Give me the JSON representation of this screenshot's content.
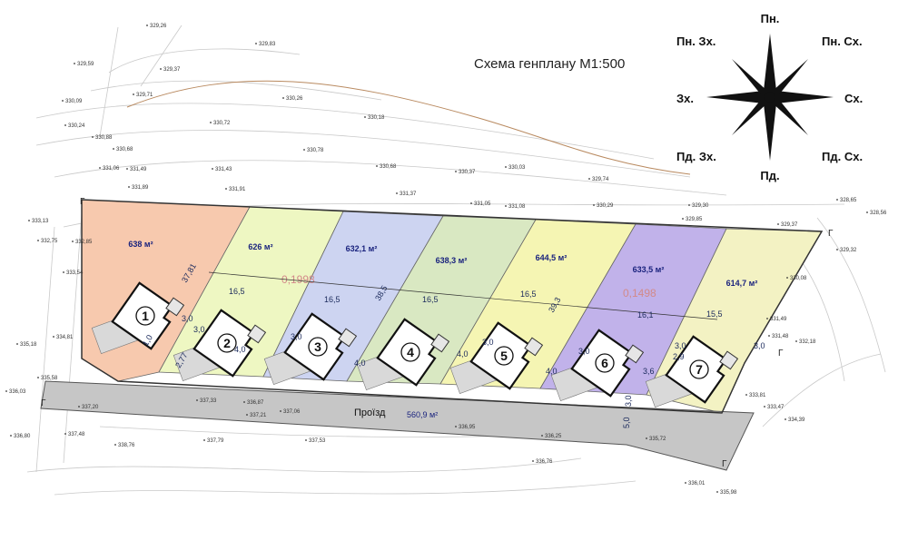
{
  "title": "Схема генплану М1:500",
  "compass": {
    "north": "Пн.",
    "south": "Пд.",
    "east": "Сх.",
    "west": "Зх.",
    "northeast": "Пн. Сх.",
    "northwest": "Пн. Зх.",
    "southeast": "Пд. Сх.",
    "southwest": "Пд. Зх."
  },
  "plots": [
    {
      "number": "1",
      "area": "638 м²",
      "color": "#f7c9ae"
    },
    {
      "number": "2",
      "area": "626 м²",
      "color": "#eef7c2"
    },
    {
      "number": "3",
      "area": "632,1 м²",
      "color": "#cdd4f1"
    },
    {
      "number": "4",
      "area": "638,3 м²",
      "color": "#d9e8c2"
    },
    {
      "number": "5",
      "area": "644,5 м²",
      "color": "#f5f5b3"
    },
    {
      "number": "6",
      "area": "633,5 м²",
      "color": "#c1b2ea"
    },
    {
      "number": "7",
      "area": "614,7 м²",
      "color": "#f3f2c3"
    }
  ],
  "road": {
    "label": "Проїзд",
    "area": "560,9 м²",
    "color": "#c6c6c6"
  },
  "ratios": [
    "0,1998",
    "0,1498"
  ],
  "dimensions": [
    "37,81",
    "16,5",
    "16,5",
    "38,5",
    "16,5",
    "16,5",
    "39,3",
    "16,1",
    "15,5",
    "3,0",
    "3,0",
    "3,0",
    "3,0",
    "3,0",
    "3,0",
    "3,0",
    "1,0",
    "4,0",
    "4,0",
    "4,0",
    "4,0",
    "2,9",
    "3,6",
    "3,0",
    "5,0",
    "2,77"
  ],
  "boundary_mark": "Г",
  "elevations": [
    "329,26",
    "329,83",
    "329,59",
    "329,37",
    "329,71",
    "330,26",
    "330,09",
    "330,24",
    "330,72",
    "330,18",
    "330,88",
    "330,68",
    "330,78",
    "331,06",
    "331,49",
    "331,43",
    "330,68",
    "330,37",
    "330,03",
    "329,74",
    "331,89",
    "331,91",
    "331,37",
    "331,05",
    "331,08",
    "330,29",
    "329,30",
    "328,65",
    "328,56",
    "333,13",
    "332,75",
    "332,85",
    "329,85",
    "329,37",
    "329,32",
    "333,54",
    "330,08",
    "331,49",
    "331,48",
    "332,18",
    "335,18",
    "334,81",
    "335,58",
    "336,03",
    "336,80",
    "337,48",
    "337,20",
    "337,33",
    "336,87",
    "337,21",
    "337,06",
    "336,95",
    "336,25",
    "335,72",
    "333,81",
    "333,47",
    "334,39",
    "338,76",
    "337,79",
    "337,53",
    "336,76",
    "336,01",
    "335,98"
  ]
}
